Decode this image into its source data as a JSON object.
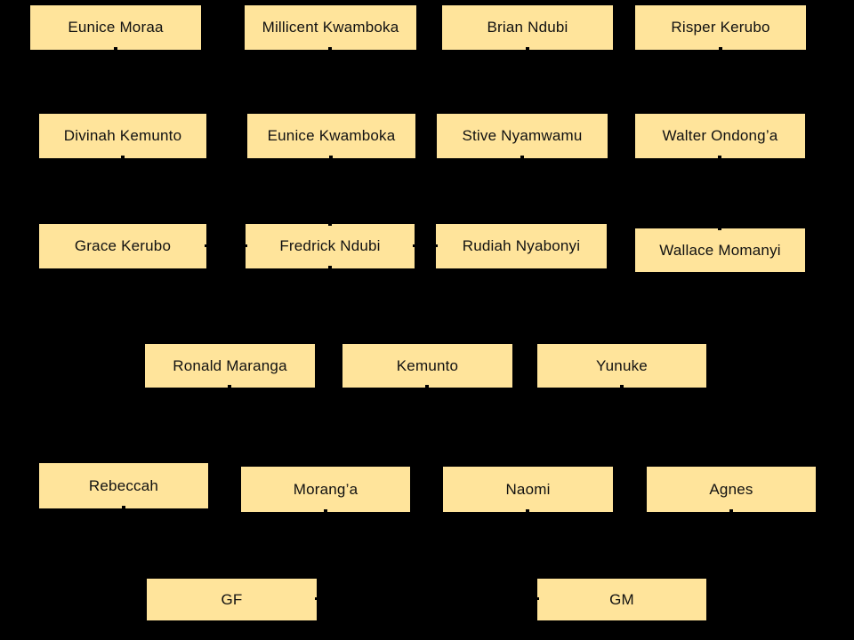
{
  "colors": {
    "background": "#000000",
    "box_fill": "#FFE49B",
    "box_border": "#000000",
    "text": "#111111"
  },
  "diagram_type": "family-tree",
  "rows": [
    {
      "boxes": [
        {
          "label": "Eunice Moraa"
        },
        {
          "label": "Millicent Kwamboka"
        },
        {
          "label": "Brian Ndubi"
        },
        {
          "label": "Risper Kerubo"
        }
      ]
    },
    {
      "boxes": [
        {
          "label": "Divinah Kemunto"
        },
        {
          "label": "Eunice Kwamboka"
        },
        {
          "label": "Stive Nyamwamu"
        },
        {
          "label": "Walter Ondong’a"
        }
      ]
    },
    {
      "boxes": [
        {
          "label": "Grace Kerubo"
        },
        {
          "label": "Fredrick Ndubi"
        },
        {
          "label": "Rudiah Nyabonyi"
        },
        {
          "label": "Wallace Momanyi"
        }
      ]
    },
    {
      "boxes": [
        {
          "label": "Ronald Maranga"
        },
        {
          "label": "Kemunto"
        },
        {
          "label": "Yunuke"
        }
      ]
    },
    {
      "boxes": [
        {
          "label": "Rebeccah"
        },
        {
          "label": "Morang’a"
        },
        {
          "label": "Naomi"
        },
        {
          "label": "Agnes"
        }
      ]
    },
    {
      "boxes": [
        {
          "label": "GF"
        },
        {
          "label": "GM"
        }
      ]
    }
  ]
}
